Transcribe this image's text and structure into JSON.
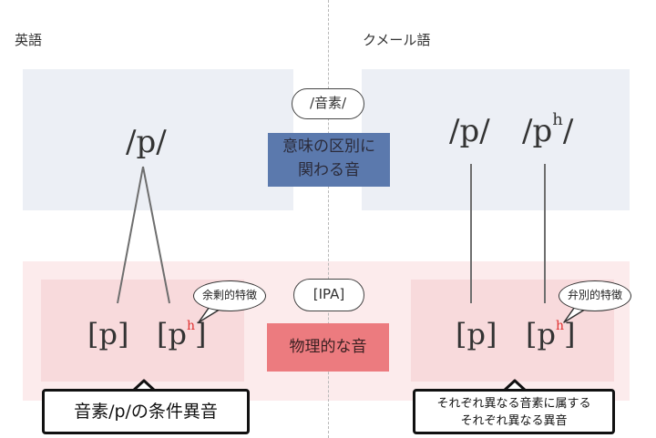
{
  "labels": {
    "english": "英語",
    "khmer": "クメール語"
  },
  "phoneme_bubble": "/音素/",
  "phoneme_box": [
    "意味の区別に",
    "関わる音"
  ],
  "ipa_bubble": "[IPA]",
  "phys_box": "物理的な音",
  "english": {
    "phoneme": "/p/",
    "allophone_p": "[p]",
    "allophone_ph_base": "[p",
    "allophone_ph_close": "]",
    "aspiration": "h",
    "feature_bubble": "余剰的特徴",
    "callout": "音素/p/の条件異音"
  },
  "khmer": {
    "phoneme_p": "/p/",
    "phoneme_ph_base": "/p",
    "phoneme_ph_close": "/",
    "phoneme_aspiration": "h",
    "allophone_p": "[p]",
    "allophone_ph_base": "[p",
    "allophone_ph_close": "]",
    "aspiration": "h",
    "feature_bubble": "弁別的特徴",
    "callout": [
      "それぞれ異なる音素に属する",
      "それぞれ異なる異音"
    ]
  },
  "colors": {
    "top_band": "#eceff5",
    "bottom_band": "#fcebec",
    "inner": "#f8dadc",
    "blue_box": "#5b79ad",
    "red_box": "#ec7b7f",
    "aspiration_red": "#e03030"
  }
}
